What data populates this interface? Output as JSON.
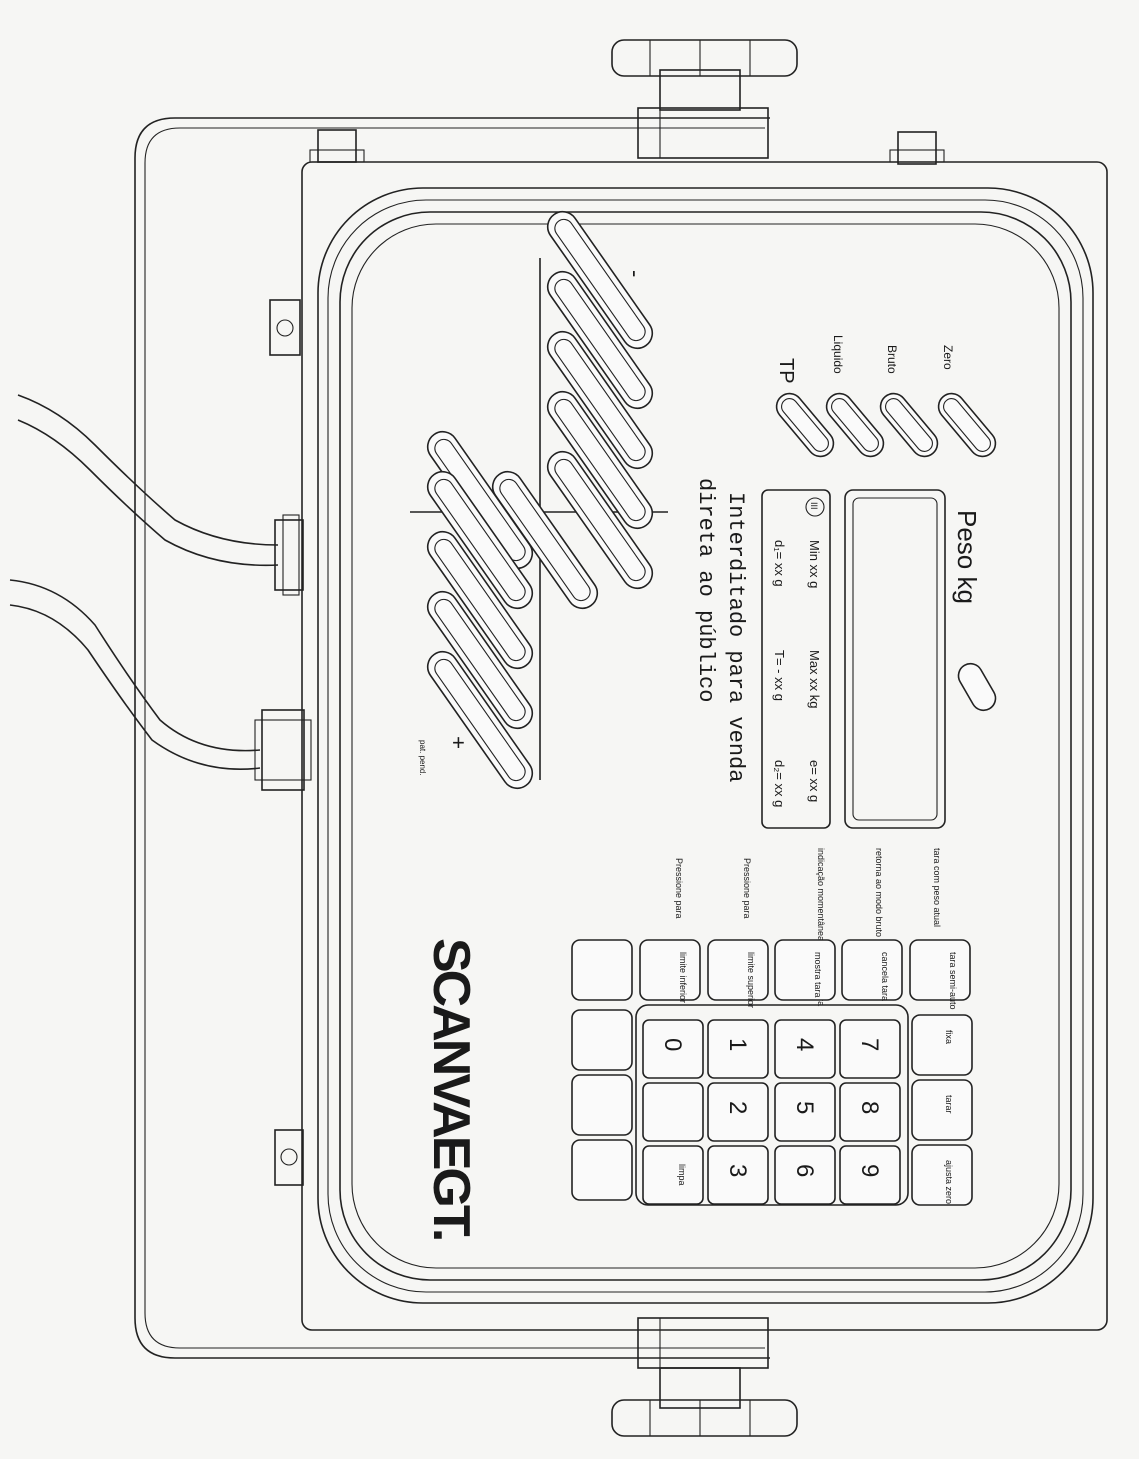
{
  "brand": {
    "logo_text": "SCANVAEGT."
  },
  "display": {
    "title": "Peso kg"
  },
  "indicators": {
    "zero": "Zero",
    "bruto": "Bruto",
    "liquido": "Liquido",
    "tp": "TP"
  },
  "specs": {
    "class_symbol": "III",
    "min": "Min xx g",
    "max": "Max xx kg",
    "e": "e= xx g",
    "d1": "d₁= xx g",
    "t": "T= - xx g",
    "d2": "d₂= xx g"
  },
  "notice": {
    "line1": "Interditado para venda",
    "line2": "direta ao público"
  },
  "bargraph": {
    "minus": "-",
    "plus": "+",
    "caption": "pat. pend."
  },
  "descriptions": [
    "tara com peso atual",
    "retorna ao modo bruto",
    "indicação momentânea do valor da tara",
    "Pressione para",
    "Pressione para"
  ],
  "function_keys": [
    "tara semi-auto",
    "cancela tara",
    "mostra tara",
    "limite superior",
    "limite inferior",
    ""
  ],
  "keypad": [
    "7",
    "8",
    "9",
    "4",
    "5",
    "6",
    "1",
    "2",
    "3",
    "0",
    "",
    "limpa"
  ],
  "top_keys": [
    "fixa",
    "tarar",
    "ajusta zero"
  ],
  "side_keys": [
    "",
    "",
    ""
  ]
}
